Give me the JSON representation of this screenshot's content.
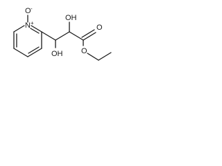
{
  "labels": {
    "n_oxide_oxygen": "O",
    "oxygen_charge": "-",
    "ring_nitrogen": "N",
    "nitrogen_charge": "+",
    "alpha_hydroxyl": "OH",
    "beta_hydroxyl": "OH",
    "carbonyl_oxygen": "O",
    "ester_oxygen": "O"
  }
}
